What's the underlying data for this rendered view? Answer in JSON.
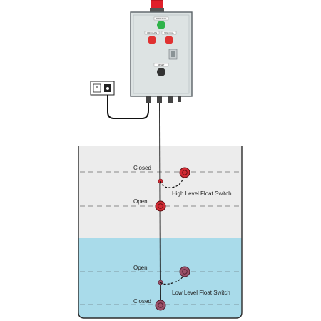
{
  "panel": {
    "button_labels": [
      "POWER ON",
      "CIRCULATE",
      "TANK FULL",
      "RESET"
    ]
  },
  "tank": {
    "upper_closed_label": "Closed",
    "upper_open_label": "Open",
    "upper_switch_name": "High Level Float Switch",
    "lower_open_label": "Open",
    "lower_closed_label": "Closed",
    "lower_switch_name": "Low Level Float Switch"
  },
  "colors": {
    "panel_body": "#dde3e3",
    "beacon": "#e0202a",
    "indicator_green": "#2fb34a",
    "indicator_red": "#e03131",
    "button_dark": "#333333",
    "tank_air": "#ececec",
    "tank_water": "#a9dbea",
    "float_red": "#d12a33",
    "float_muted": "#9b5068"
  },
  "icons": [
    "beacon-light-icon",
    "power-outlet-icon",
    "float-switch-icon"
  ]
}
